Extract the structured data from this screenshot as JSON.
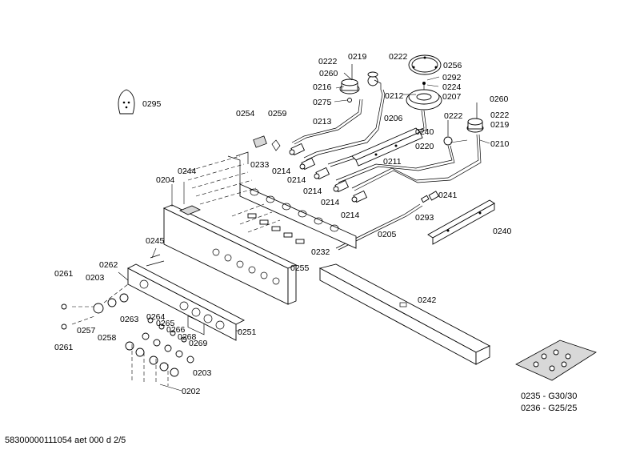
{
  "labels": {
    "l0222a": "0222",
    "l0219a": "0219",
    "l0222b": "0222",
    "l0256": "0256",
    "l0260a": "0260",
    "l0292": "0292",
    "l0216": "0216",
    "l0224": "0224",
    "l0212": "0212",
    "l0207": "0207",
    "l0275": "0275",
    "l0295": "0295",
    "l0260b": "0260",
    "l0222c": "0222",
    "l0222d": "0222",
    "l0219b": "0219",
    "l0254": "0254",
    "l0259": "0259",
    "l0213": "0213",
    "l0206": "0206",
    "l0240a": "0240",
    "l0220": "0220",
    "l0210": "0210",
    "l0211": "0211",
    "l0233": "0233",
    "l0214a": "0214",
    "l0204": "0204",
    "l0244": "0244",
    "l0214b": "0214",
    "l0214c": "0214",
    "l0214d": "0214",
    "l0214e": "0214",
    "l0241": "0241",
    "l0293": "0293",
    "l0240b": "0240",
    "l0205": "0205",
    "l0245": "0245",
    "l0232": "0232",
    "l0255": "0255",
    "l0262": "0262",
    "l0261a": "0261",
    "l0203a": "0203",
    "l0263": "0263",
    "l0242": "0242",
    "l0264": "0264",
    "l0265": "0265",
    "l0266": "0266",
    "l0268": "0268",
    "l0269": "0269",
    "l0251": "0251",
    "l0257": "0257",
    "l0258": "0258",
    "l0261b": "0261",
    "l0203b": "0203",
    "l0202": "0202"
  },
  "legend": {
    "line1": "0235 - G30/30",
    "line2": "0236 - G25/25"
  },
  "footer": "58300000111054 aet 000 d 2/5"
}
